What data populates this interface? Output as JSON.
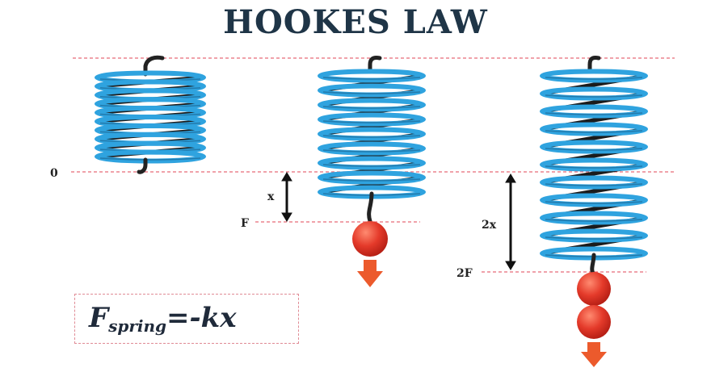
{
  "title": "HOOKES LAW",
  "labels": {
    "zero": "0",
    "x": "x",
    "f": "F",
    "two_x": "2x",
    "two_f": "2F"
  },
  "formula": {
    "symbol": "F",
    "subscript": "spring",
    "rhs": "=-kx"
  },
  "colors": {
    "spring": "#2fa3df",
    "spring_dark": "#1a5f8a",
    "weight": "#e43a2a",
    "arrow": "#ec5a2c",
    "guide_line": "#e66b78",
    "title": "#1f3547"
  }
}
